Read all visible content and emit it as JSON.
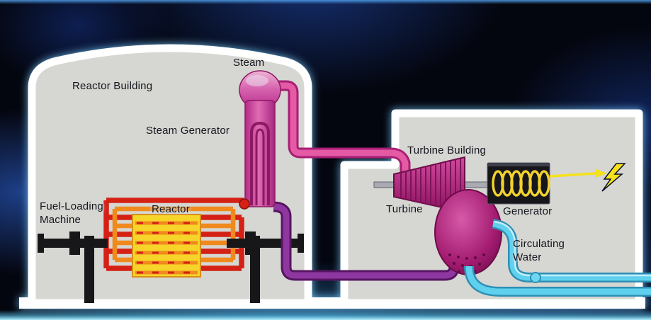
{
  "labels": {
    "steam": "Steam",
    "reactor_building": "Reactor Building",
    "steam_generator": "Steam Generator",
    "fuel_loading_machine": "Fuel-Loading\nMachine",
    "reactor": "Reactor",
    "turbine_building": "Turbine Building",
    "turbine": "Turbine",
    "generator": "Generator",
    "circulating_water": "Circulating\nWater"
  },
  "colors": {
    "background": "#04060f",
    "building_fill": "#d6d6d2",
    "building_outline": "#ffffff",
    "glow": "#78cdff",
    "steam_pipe": "#e55aa5",
    "condensate_pipe": "#8f37a0",
    "primary_hot": "#d42015",
    "primary_warm": "#f08a1d",
    "reactor_core": "#f7d42a",
    "turbine_body": "#b3257f",
    "generator_box": "#17171b",
    "generator_coil": "#f2d22e",
    "electricity": "#f5e11c",
    "circulating_water": "#5fd0ee",
    "machine": "#17171a",
    "label_text": "#14161f"
  }
}
